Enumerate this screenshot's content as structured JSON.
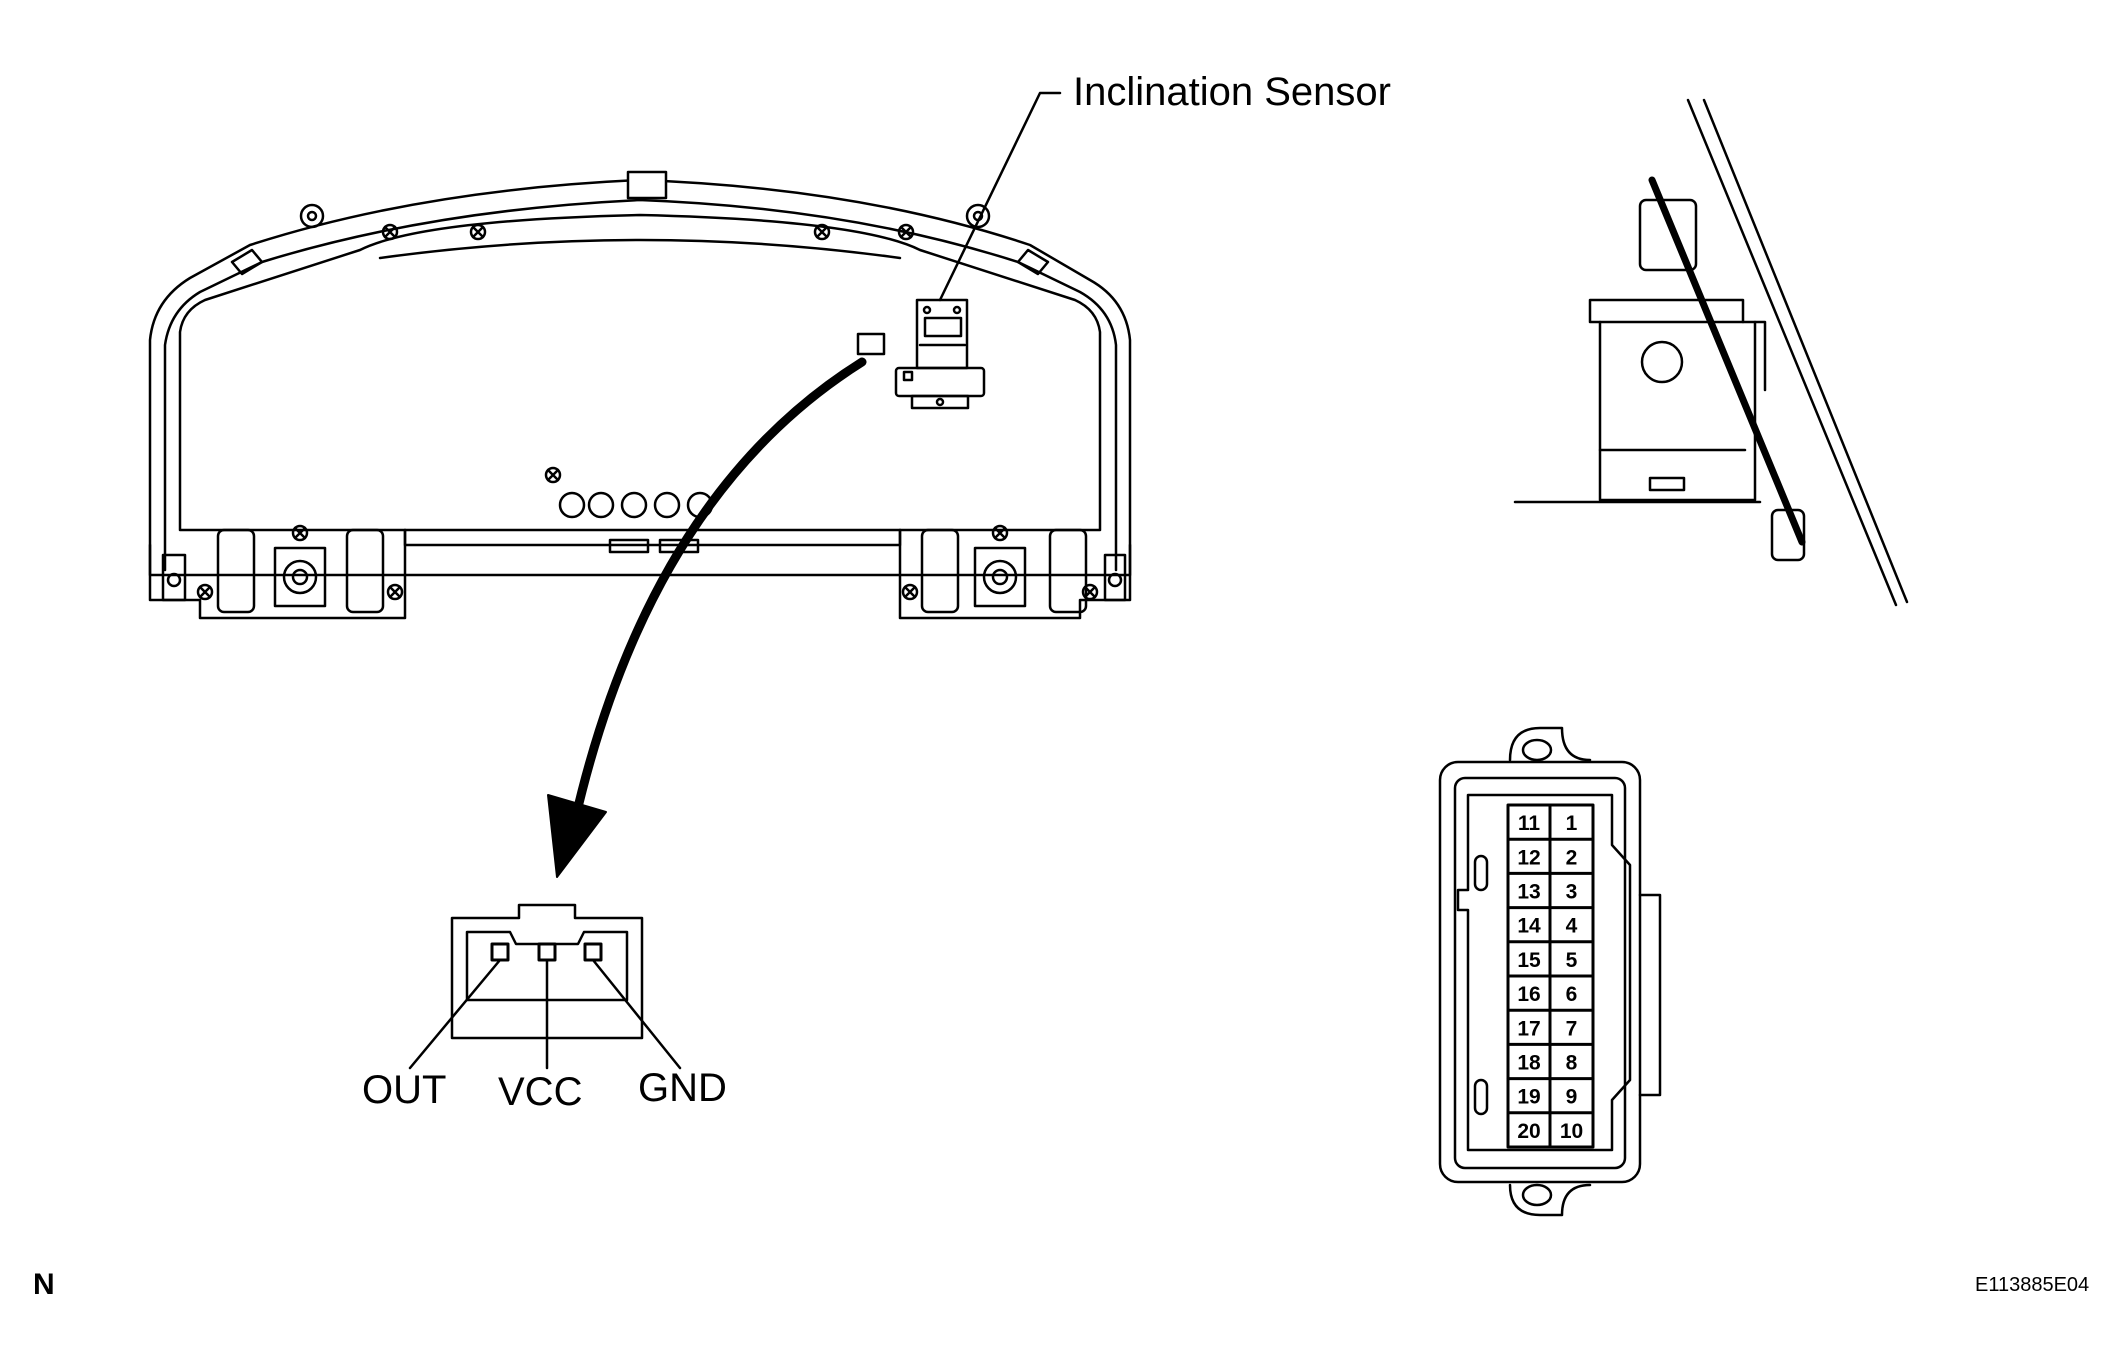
{
  "callout": {
    "label": "Inclination Sensor"
  },
  "sensor_pins": [
    "OUT",
    "VCC",
    "GND"
  ],
  "connector_terminals": [
    [
      "11",
      "1"
    ],
    [
      "12",
      "2"
    ],
    [
      "13",
      "3"
    ],
    [
      "14",
      "4"
    ],
    [
      "15",
      "5"
    ],
    [
      "16",
      "6"
    ],
    [
      "17",
      "7"
    ],
    [
      "18",
      "8"
    ],
    [
      "19",
      "9"
    ],
    [
      "20",
      "10"
    ]
  ],
  "corner_left": "N",
  "figure_code": "E113885E04",
  "colors": {
    "line": "#000000",
    "background": "#ffffff"
  }
}
